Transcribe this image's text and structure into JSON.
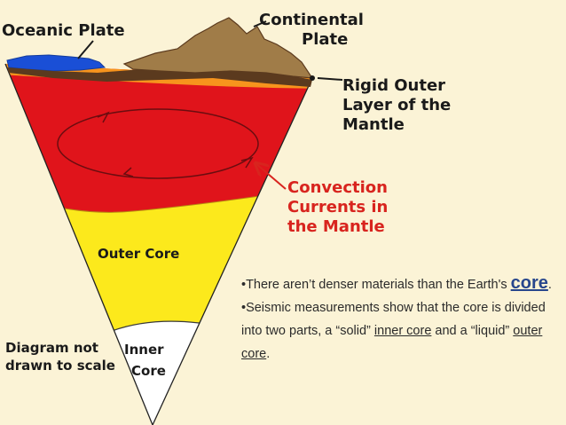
{
  "labels": {
    "oceanic_plate": "Oceanic Plate",
    "continental_plate": [
      "Continental",
      "Plate"
    ],
    "rigid_outer": [
      "Rigid Outer",
      "Layer of the",
      "Mantle"
    ],
    "convection": [
      "Convection",
      "Currents in",
      "the Mantle"
    ],
    "outer_core": "Outer Core",
    "inner_core": [
      "Inner",
      "Core"
    ],
    "scale_note": [
      "Diagram not",
      "drawn to scale"
    ]
  },
  "notes": {
    "bullet1_text": "•There aren’t denser materials than the Earth's ",
    "bullet1_link": "core",
    "bullet1_end": ".",
    "bullet2_text": "•Seismic measurements show that the core is divided into two parts, a “solid” ",
    "inner_core_link": "inner core",
    "bullet2_mid": " and a “liquid” ",
    "outer_core_link": "outer core",
    "bullet2_end": "."
  },
  "colors": {
    "background": "#fbf3d6",
    "mantle_red": "#e0141b",
    "outer_core_yellow": "#fce91c",
    "inner_core_white": "#ffffff",
    "rigid_orange": "#f7941d",
    "continental_brown": "#a07c48",
    "ocean_blue": "#1a4fd6",
    "label_red": "#d8241e",
    "link_blue": "#27468c"
  }
}
